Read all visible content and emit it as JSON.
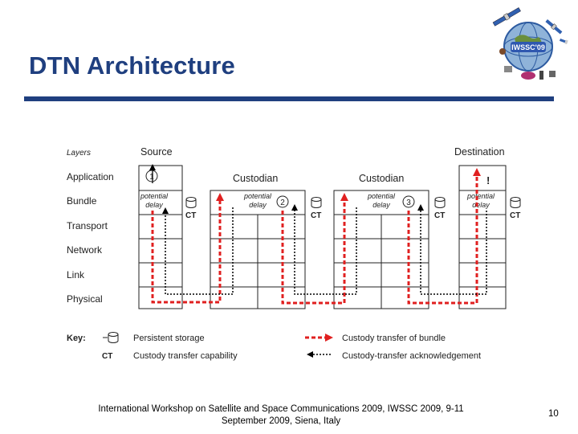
{
  "slide": {
    "title": "DTN Architecture",
    "footer": "International Workshop on Satellite and Space Communications 2009, IWSSC 2009, 9-11 September 2009, Siena, Italy",
    "page_number": "10",
    "logo_text": "IWSSC'09"
  },
  "diagram": {
    "layers_heading": "Layers",
    "layers": [
      "Application",
      "Bundle",
      "Transport",
      "Network",
      "Link",
      "Physical"
    ],
    "nodes": {
      "source": "Source",
      "custodian_1": "Custodian",
      "custodian_2": "Custodian",
      "destination": "Destination"
    },
    "steps": [
      "1",
      "2",
      "3"
    ],
    "delay_label_1": "potential",
    "delay_label_2": "delay",
    "ct_label": "CT",
    "destination_mark": "!",
    "key": {
      "heading": "Key:",
      "ct": "CT",
      "persistent_storage": "Persistent storage",
      "custody_transfer_capability": "Custody transfer capability",
      "custody_transfer_of_bundle": "Custody transfer of bundle",
      "custody_transfer_ack": "Custody-transfer acknowledgement"
    },
    "colors": {
      "bundle_path": "#e02020",
      "ack_path": "#000000",
      "accent": "#1f3f7f"
    }
  }
}
